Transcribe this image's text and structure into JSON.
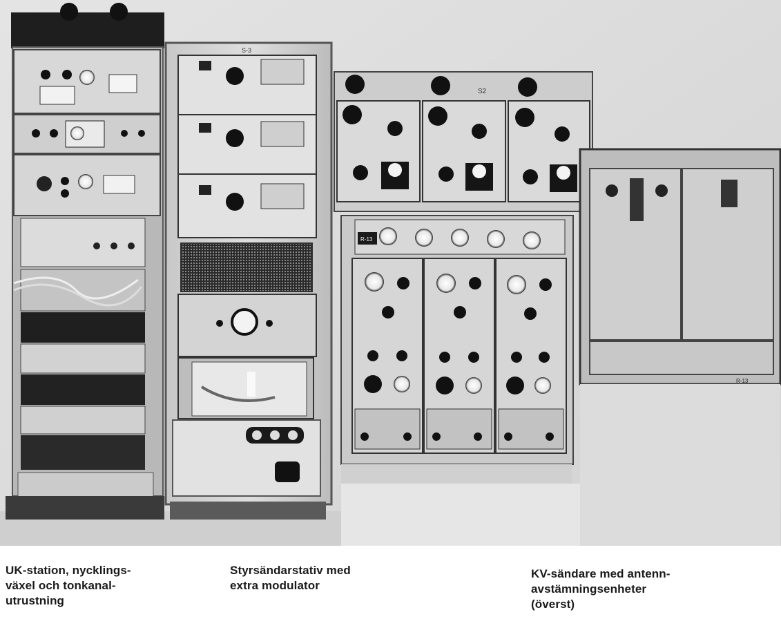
{
  "photo": {
    "panel_labels": {
      "center_rack_top": "S-3",
      "right_transmitter_top": "S2",
      "readout_left": "R-13",
      "far_right_bottom": "R-13"
    }
  },
  "captions": {
    "left": [
      "UK-station, nycklings-",
      "växel och tonkanal-",
      "utrustning"
    ],
    "middle": [
      "Styrsändarstativ med",
      "extra modulator"
    ],
    "right": [
      "KV-sändare med antenn-",
      "avstämningsenheter",
      "(överst)"
    ]
  }
}
